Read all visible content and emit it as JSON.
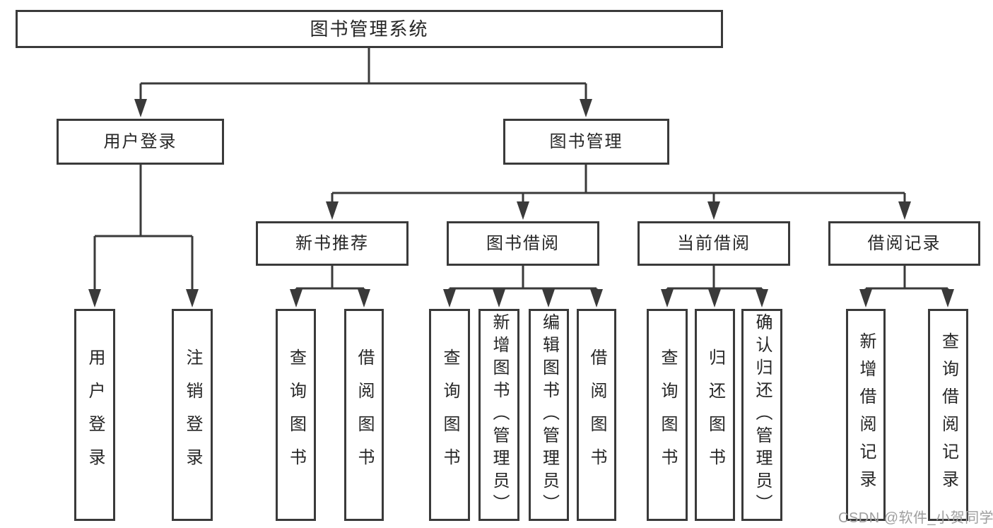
{
  "diagram": {
    "title": "图书管理系统",
    "branches": [
      {
        "label": "用户登录",
        "children": [
          {
            "label": "用户登录"
          },
          {
            "label": "注销登录"
          }
        ]
      },
      {
        "label": "图书管理",
        "children": [
          {
            "label": "新书推荐",
            "children": [
              {
                "label": "查询图书"
              },
              {
                "label": "借阅图书"
              }
            ]
          },
          {
            "label": "图书借阅",
            "children": [
              {
                "label": "查询图书"
              },
              {
                "label": "新增图书（管理员）"
              },
              {
                "label": "编辑图书（管理员）"
              },
              {
                "label": "借阅图书"
              }
            ]
          },
          {
            "label": "当前借阅",
            "children": [
              {
                "label": "查询图书"
              },
              {
                "label": "归还图书"
              },
              {
                "label": "确认归还（管理员）"
              }
            ]
          },
          {
            "label": "借阅记录",
            "children": [
              {
                "label": "新增借阅记录"
              },
              {
                "label": "查询借阅记录"
              }
            ]
          }
        ]
      }
    ]
  },
  "watermark": {
    "text": "CSDN @软件_小贺同学"
  },
  "colors": {
    "line": "#3a3a3a",
    "text": "#262626",
    "watermark": "#9e9e9e",
    "background": "#ffffff"
  }
}
